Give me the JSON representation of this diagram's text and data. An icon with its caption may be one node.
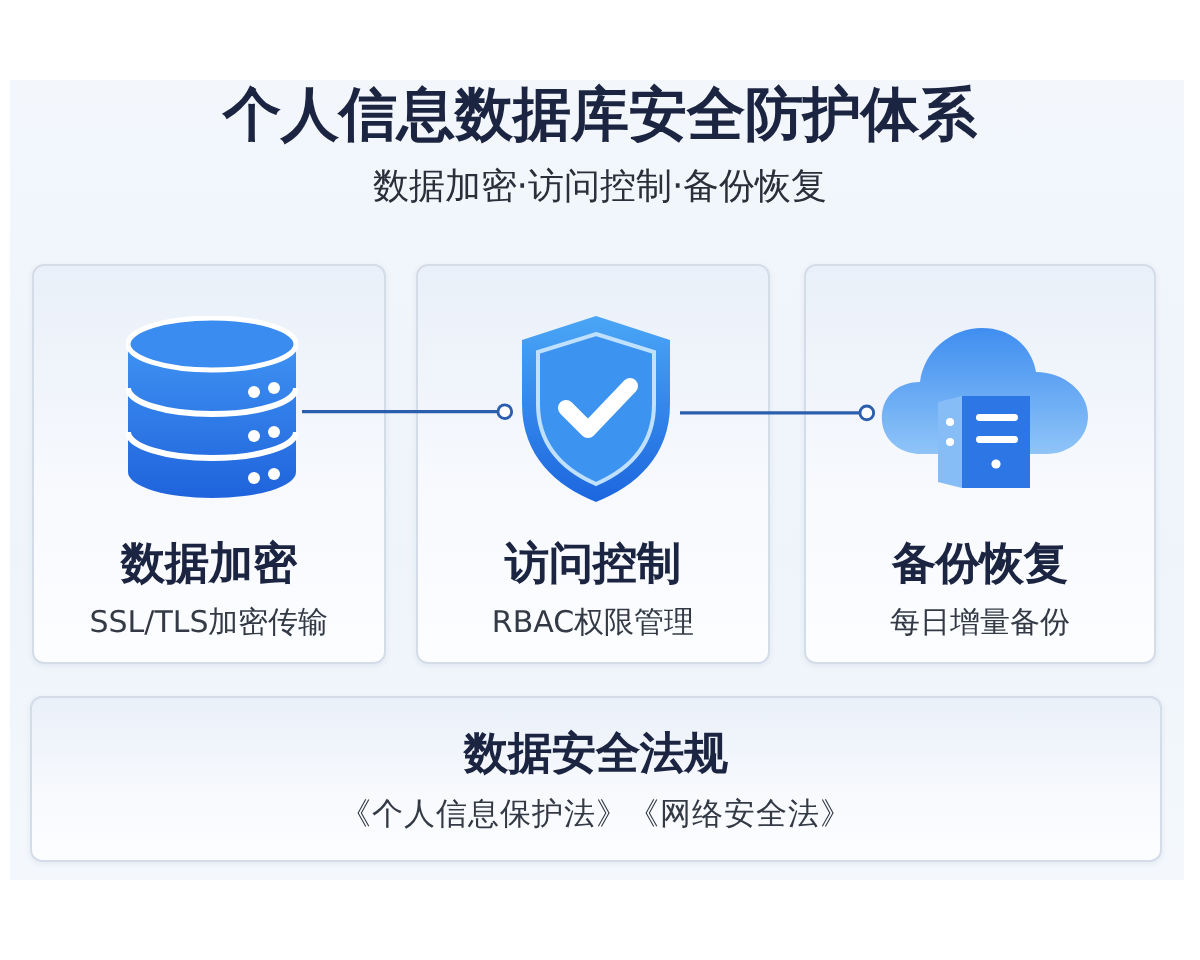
{
  "diagram": {
    "title": "个人信息数据库安全防护体系",
    "nodes": [
      {
        "text": [
          "数据加密",
          "SSL/TLS加密传输"
        ]
      },
      {
        "text": [],
        "shape": "picture",
        "in": 0
      },
      {
        "text": [
          "访问控制",
          "RBAC权限管理"
        ]
      },
      {
        "text": [],
        "shape": "picture",
        "in": 2
      },
      {
        "text": [
          "备份恢复",
          "每日增量备份"
        ]
      },
      {
        "text": [],
        "shape": "picture",
        "in": 4
      },
      {
        "text": [
          "数据安全法规",
          "《个人信息保护法》《网络安全法》"
        ]
      }
    ],
    "edges": [
      {
        "from": 1,
        "to": 3,
        "arrow": "other"
      },
      {
        "from": 3,
        "to": 5,
        "arrow": "other"
      }
    ],
    "labels": [
      "数据加密·访问控制·备份恢复"
    ]
  }
}
